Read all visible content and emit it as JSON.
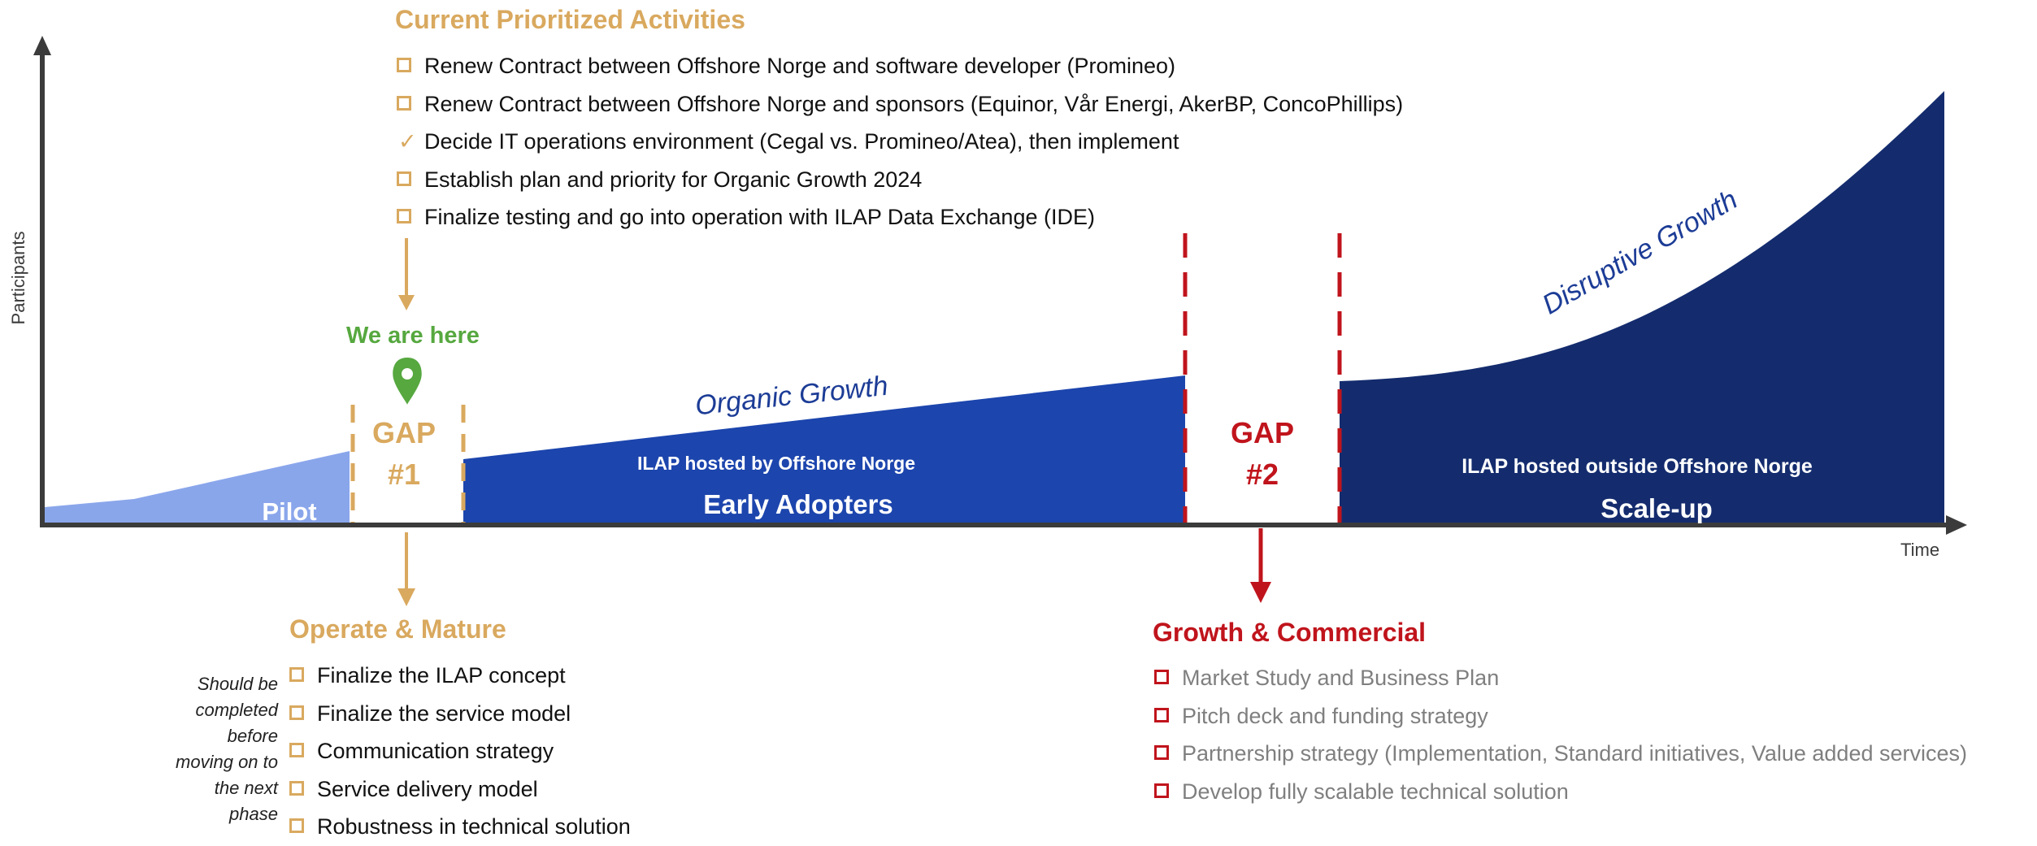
{
  "colors": {
    "axis": "#3b3b3b",
    "gold": "#d9a95f",
    "green": "#56a83f",
    "red": "#c0141c",
    "pilot": "#8aa6eb",
    "early": "#1c45ad",
    "scaleup": "#142c6e",
    "organic_label": "#1c3c96",
    "gray_text": "#7f7f7f"
  },
  "axes": {
    "y_label": "Participants",
    "x_label": "Time"
  },
  "current_activities": {
    "title": "Current Prioritized Activities",
    "items": [
      {
        "text": "Renew Contract between Offshore Norge and software developer (Promineo)",
        "status": "open"
      },
      {
        "text": "Renew Contract between Offshore Norge and sponsors (Equinor, Vår Energi, AkerBP, ConcoPhillips)",
        "status": "open"
      },
      {
        "text": "Decide IT operations environment (Cegal vs. Promineo/Atea), then implement",
        "status": "done"
      },
      {
        "text": "Establish plan and priority for Organic Growth 2024",
        "status": "open"
      },
      {
        "text": "Finalize testing and go into operation with ILAP Data Exchange (IDE)",
        "status": "open"
      }
    ]
  },
  "marker": {
    "label": "We are here",
    "icon": "map-pin-icon"
  },
  "phases": {
    "pilot": {
      "label": "Pilot"
    },
    "gap1": {
      "line1": "GAP",
      "line2": "#1"
    },
    "early": {
      "sublabel": "ILAP hosted by Offshore Norge",
      "label": "Early Adopters",
      "curve_label": "Organic Growth"
    },
    "gap2": {
      "line1": "GAP",
      "line2": "#2"
    },
    "scaleup": {
      "sublabel": "ILAP hosted outside Offshore Norge",
      "label": "Scale-up",
      "curve_label": "Disruptive Growth"
    }
  },
  "operate": {
    "title": "Operate & Mature",
    "note": "Should be completed before moving on to the next phase",
    "items": [
      "Finalize the ILAP concept",
      "Finalize the service model",
      "Communication strategy",
      "Service delivery model",
      "Robustness in technical solution"
    ]
  },
  "growth": {
    "title": "Growth & Commercial",
    "items": [
      "Market Study and Business Plan",
      "Pitch deck and funding strategy",
      "Partnership strategy (Implementation, Standard initiatives, Value added services)",
      "Develop fully scalable technical solution"
    ]
  }
}
